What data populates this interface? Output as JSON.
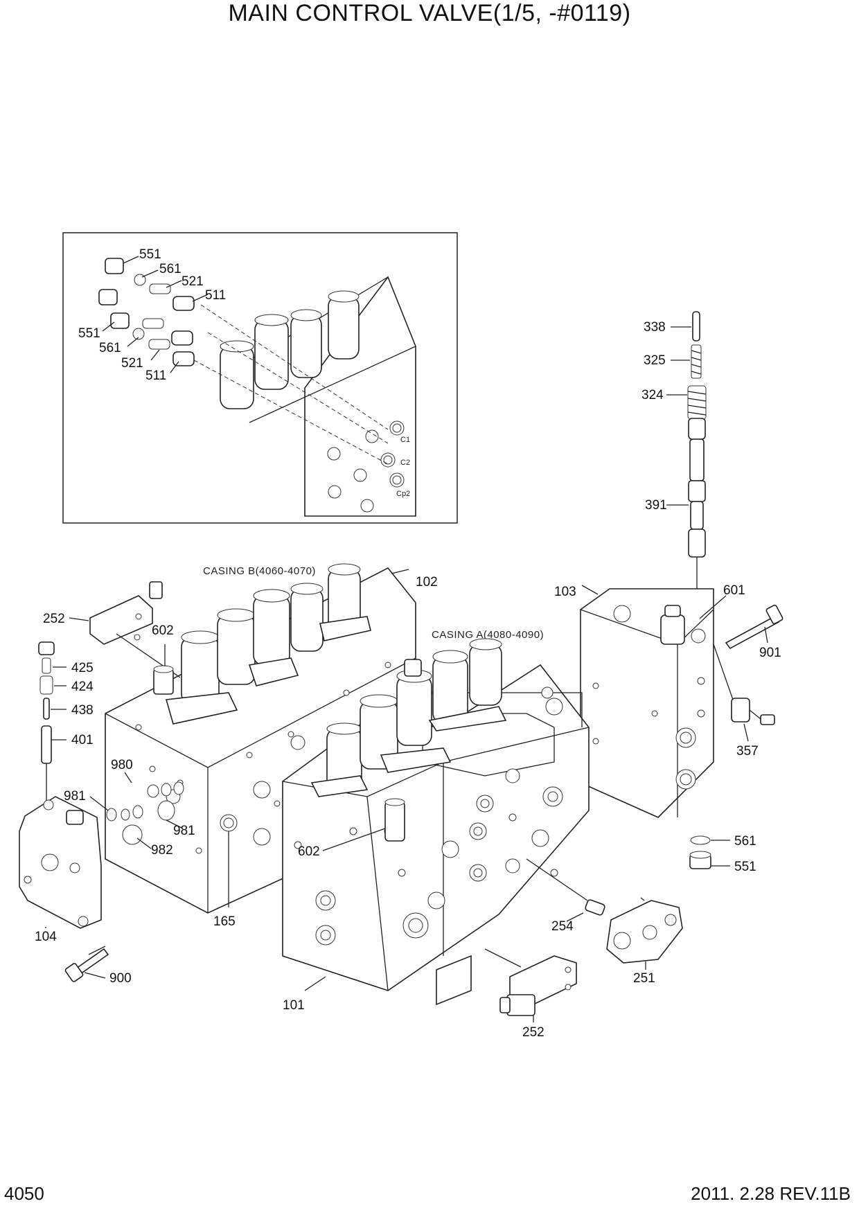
{
  "title": "MAIN CONTROL VALVE(1/5, -#0119)",
  "footer": {
    "page_number": "4050",
    "revision": "2011. 2.28  REV.11B"
  },
  "casings": {
    "casing_b": "CASING B(4060-4070)",
    "casing_a": "CASING A(4080-4090)"
  },
  "ports": {
    "c1": "C1",
    "c2": "C2",
    "cp2": "Cp2"
  },
  "callouts": {
    "inset_551a": "551",
    "inset_561a": "561",
    "inset_521a": "521",
    "inset_511a": "511",
    "inset_551b": "551",
    "inset_561b": "561",
    "inset_521b": "521",
    "inset_511b": "511",
    "p338": "338",
    "p325": "325",
    "p324": "324",
    "p391": "391",
    "p102": "102",
    "p103": "103",
    "p601": "601",
    "p901": "901",
    "p252_top": "252",
    "p602_top": "602",
    "p425": "425",
    "p424": "424",
    "p438": "438",
    "p401": "401",
    "p980": "980",
    "p981_left": "981",
    "p981_right": "981",
    "p982": "982",
    "p602_mid": "602",
    "p357": "357",
    "p561": "561",
    "p551": "551",
    "p254": "254",
    "p251": "251",
    "p104": "104",
    "p165": "165",
    "p900": "900",
    "p101": "101",
    "p252_bottom": "252"
  }
}
